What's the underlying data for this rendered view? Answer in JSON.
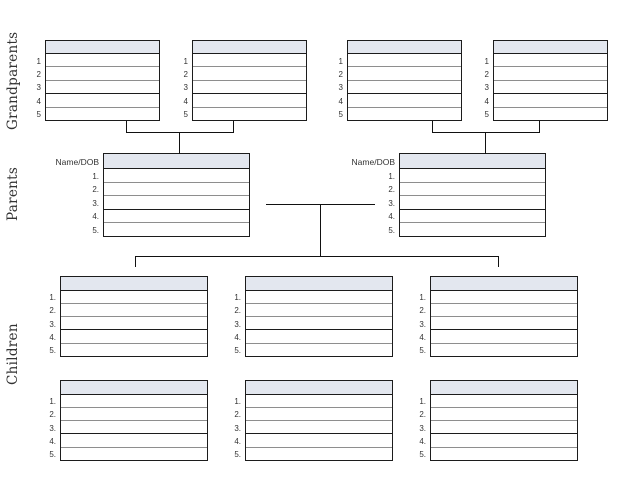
{
  "section_labels": {
    "grandparents": "Grandparents",
    "parents": "Parents",
    "children": "Children"
  },
  "field_labels": {
    "name_dob": "Name/DOB"
  },
  "row_labels": {
    "plain": [
      "1",
      "2",
      "3",
      "4",
      "5"
    ],
    "dotted": [
      "1.",
      "2.",
      "3.",
      "4.",
      "5."
    ]
  },
  "colors": {
    "background": "#ffffff",
    "box_border": "#1c1c1c",
    "row_separator": "#8e8e8e",
    "row_separator_dark": "#1c1c1c",
    "header_fill": "#e3e7ef",
    "connector": "#111111",
    "text": "#333333"
  }
}
